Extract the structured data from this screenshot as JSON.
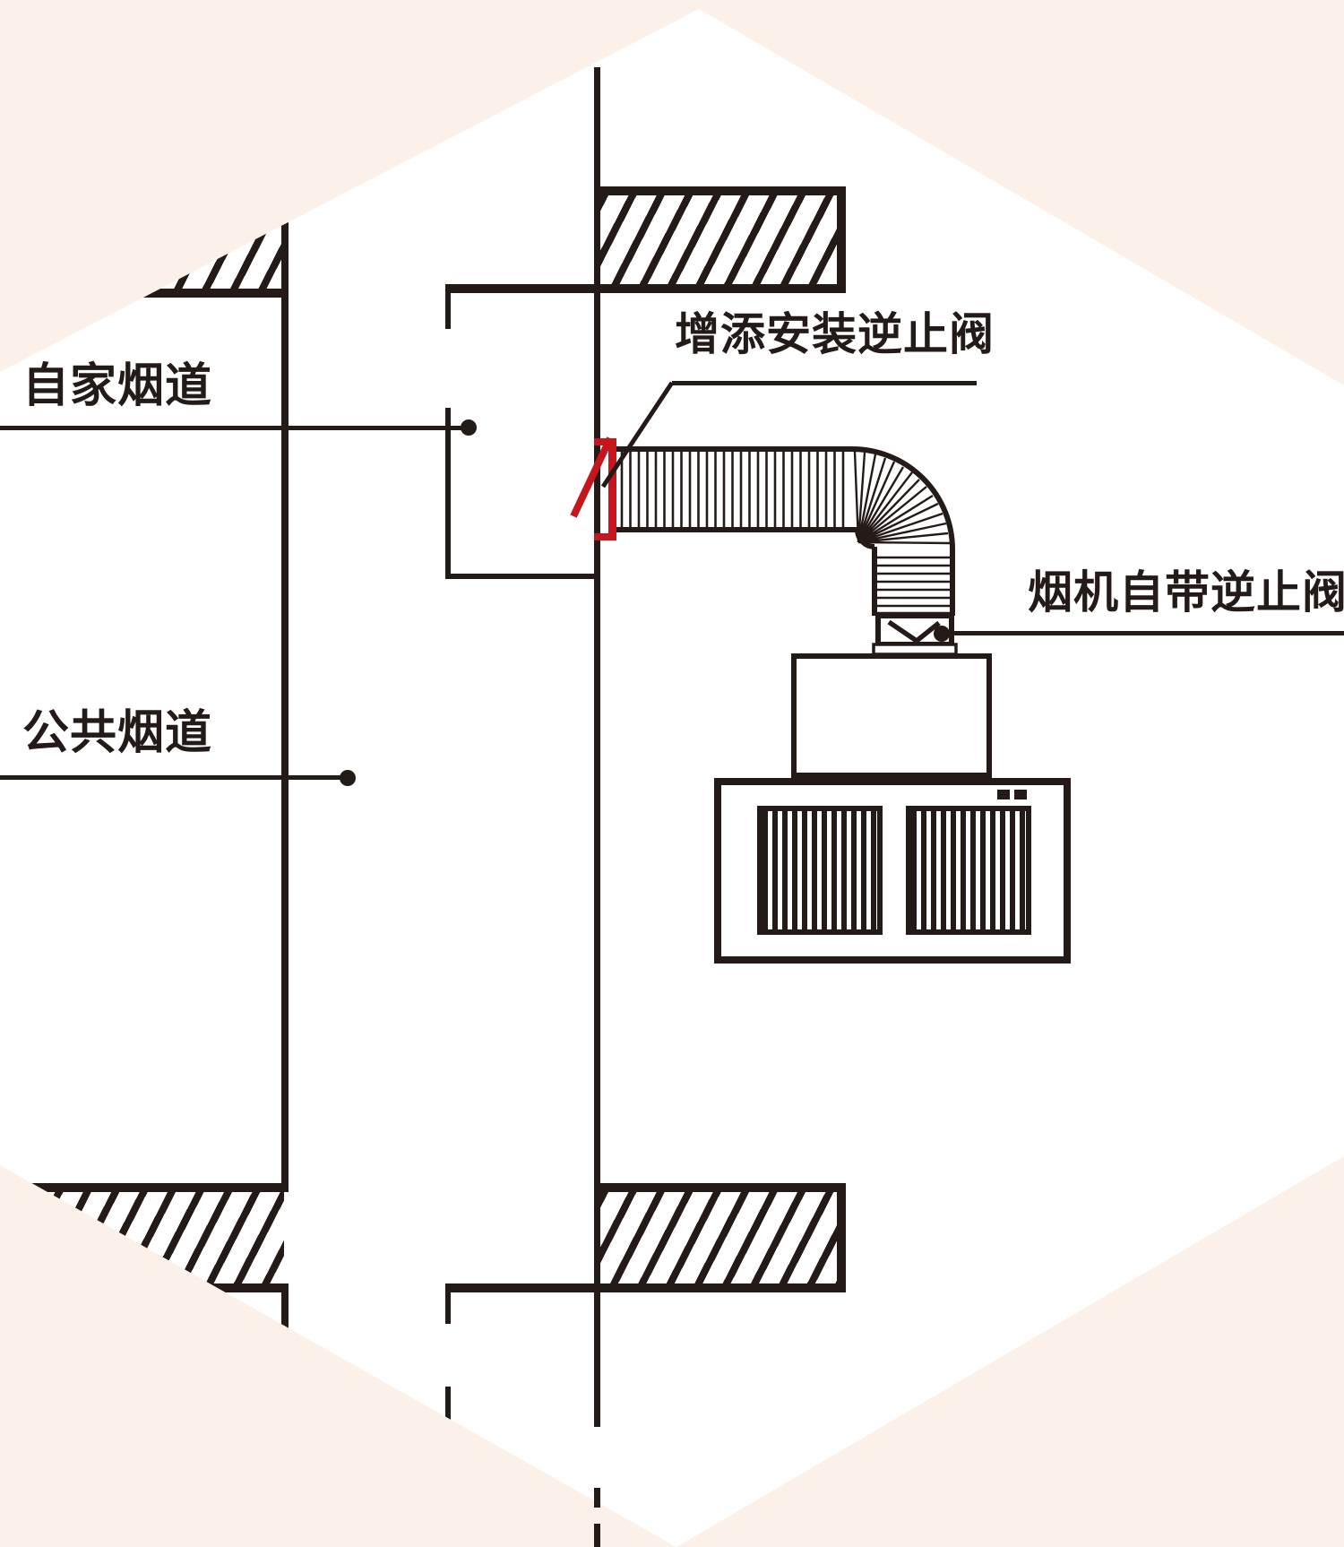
{
  "diagram_title": "range-hood shared flue check-valve installation diagram",
  "colors": {
    "background": "#fbf1e8",
    "panel": "#ffffff",
    "ink": "#241a17",
    "accent_red": "#c5161d"
  },
  "labels": {
    "own_flue": "自家烟道",
    "public_flue": "公共烟道",
    "added_valve": "增添安装逆止阀",
    "builtin_valve": "烟机自带逆止阀"
  },
  "icons": {
    "added_check_valve": "red-check-valve-icon",
    "builtin_check_valve": "v-flap-check-valve-icon",
    "leader_marker": "leader-dot-icon"
  }
}
